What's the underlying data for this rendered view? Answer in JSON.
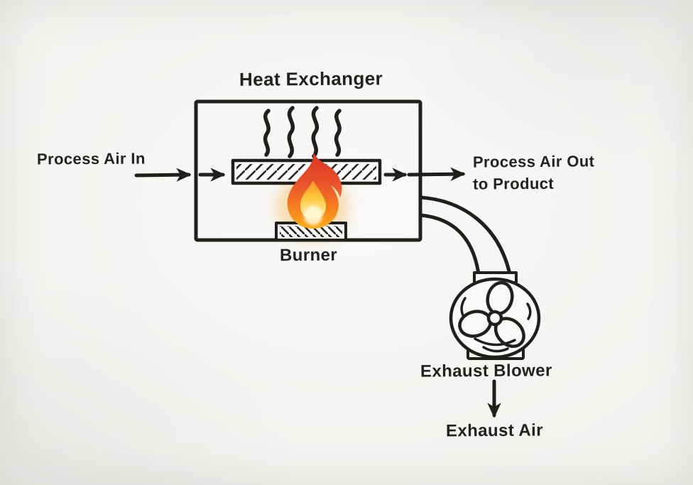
{
  "labels": {
    "title": "Heat Exchanger",
    "process_air_in": "Process Air In",
    "process_air_out_line1": "Process Air Out",
    "process_air_out_line2": "to Product",
    "burner": "Burner",
    "exhaust_blower": "Exhaust Blower",
    "exhaust_air": "Exhaust Air"
  },
  "icons": {
    "flame": "flame-icon",
    "fan": "fan-icon",
    "heat_waves": "heat-waves-icon",
    "arrows": "flow-arrow-icon"
  },
  "colors": {
    "ink": "#211f1c",
    "paper": "#f2f1ee",
    "flame_red": "#d93327",
    "flame_orange": "#f47b20",
    "flame_yellow": "#fdc83d",
    "flame_core": "#fff7d0"
  },
  "diagram": {
    "type": "process_flow",
    "style": "hand_drawn_sketch",
    "components": [
      "Heat Exchanger",
      "Burner",
      "Exhaust Blower"
    ],
    "flows": [
      {
        "from": "Process Air In",
        "to": "Heat Exchanger tube",
        "via": "arrow"
      },
      {
        "from": "Heat Exchanger tube",
        "to": "Process Air Out to Product",
        "via": "arrow"
      },
      {
        "from": "Heat Exchanger shell",
        "to": "Exhaust Blower",
        "via": "curved pipe"
      },
      {
        "from": "Exhaust Blower",
        "to": "Exhaust Air",
        "via": "arrow"
      }
    ]
  }
}
